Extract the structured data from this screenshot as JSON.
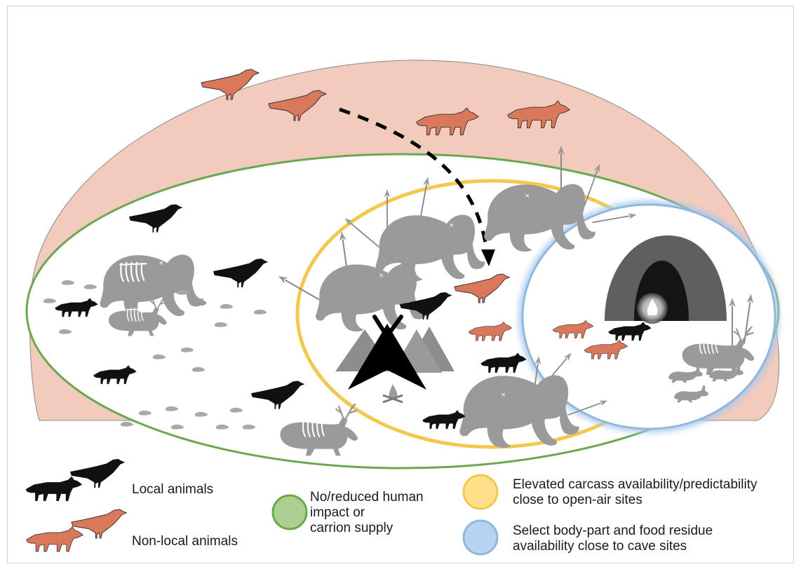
{
  "legend": {
    "local_animals": "Local animals",
    "non_local_animals": "Non-local animals",
    "green_zone": [
      "No/reduced human",
      "impact or",
      "carrion supply"
    ],
    "yellow_zone": [
      "Elevated carcass availability/predictability",
      "close to open-air sites"
    ],
    "blue_zone": [
      "Select body-part and food residue",
      "availability close to cave sites"
    ]
  },
  "colors": {
    "non_local": "#d9785a",
    "local": "#111111",
    "outer_dome": "#f2cbbd",
    "green_zone": "#6aa84f",
    "yellow_zone": "#f2c94c",
    "blue_zone": "#8fb8de",
    "carcass_grey": "#9a9a9a",
    "cave": "#5a5a5a"
  },
  "icons": [
    "raven-icon",
    "fox-icon",
    "mammoth-icon",
    "deer-icon",
    "hare-icon",
    "tent-icon",
    "fire-icon",
    "cave-icon",
    "arrow-icon",
    "rodent-icon"
  ]
}
